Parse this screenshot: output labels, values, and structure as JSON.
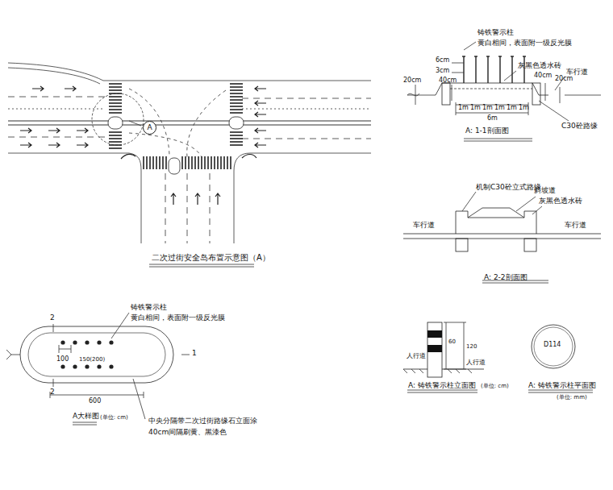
{
  "diagram": {
    "caption": "二次过街安全岛布置示意图（A）",
    "nodes": [
      {
        "text": [
          "A"
        ]
      }
    ],
    "labels": [
      "铸铁警示柱",
      "黄白相间，表面附一级反光膜",
      "灰黑色透水砖",
      "车行道",
      "6cm",
      "3cm",
      "20cm",
      "40cm",
      "1m",
      "1m",
      "1m",
      "1m",
      "1m",
      "1m",
      "6m",
      "40cm",
      "20cm",
      "C30砼路缘",
      "A: 1-1剖面图",
      "机制C30砼立式路缘",
      "斜坡道",
      "灰黑色透水砖",
      "车行道",
      "车行道",
      "A: 2-2剖面图",
      "2",
      "1",
      "2",
      "铸铁警示柱",
      "黄白相间，表面附一级反光膜",
      "100",
      "150(200)",
      "600",
      "A大样图",
      "(单位: cm)",
      "中央分隔带二次过街路缘石立面涂",
      "40cm间隔刷黄、黑漆色",
      "60",
      "120",
      "人行道",
      "人行道",
      "A: 铸铁警示柱立面图",
      "(单位: cm)",
      "D114",
      "A: 铸铁警示柱平面图",
      "(单位: mm)"
    ]
  }
}
